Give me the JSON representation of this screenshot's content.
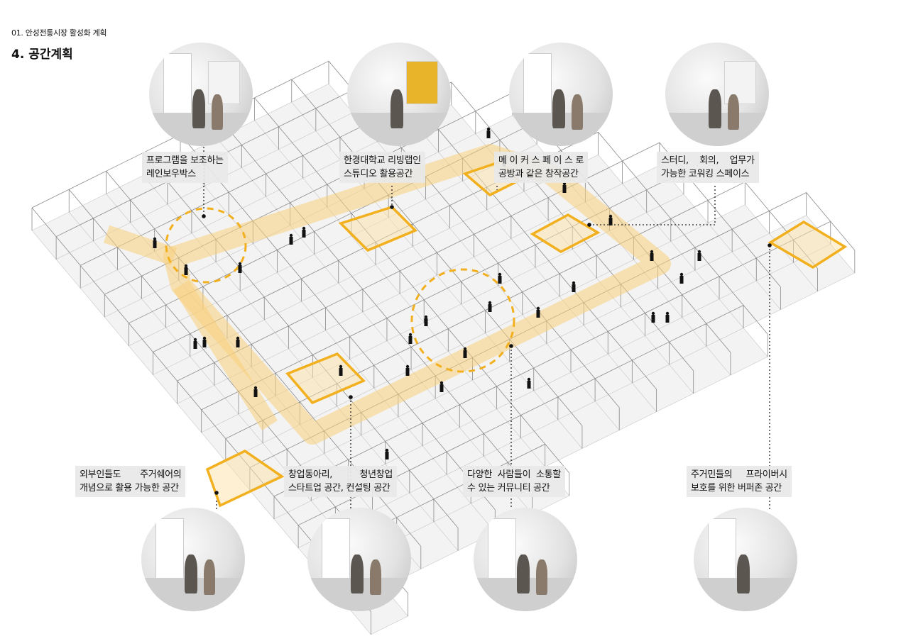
{
  "header": {
    "subtitle": "01. 안성전통시장 활성화 계획",
    "title": "4. 공간계획"
  },
  "colors": {
    "accent": "#f2b01e",
    "corridor": "#f7cf7a",
    "label_bg": "#e8e8e8",
    "line": "#9a9a9a"
  },
  "callouts": {
    "rainbow_box": {
      "line1": "프로그램을 보조하는",
      "line2": "레인보우박스",
      "photo": "photo-rainbow-box"
    },
    "living_lab": {
      "line1": "한경대학교 리빙랩인",
      "line2": "스튜디오 활용공간",
      "photo": "photo-living-lab-studio"
    },
    "maker_space": {
      "line1": "메 이 커 스 페 이 스 로",
      "line2": "공방과 같은 창작공간",
      "photo": "photo-maker-space"
    },
    "coworking": {
      "line1": "스터디,    회의,    업무가",
      "line2": "가능한 코워킹 스페이스",
      "photo": "photo-coworking"
    },
    "share_house": {
      "line1": "외부인들도       주거쉐어의",
      "line2": "개념으로 활용 가능한 공간",
      "photo": "photo-share-house"
    },
    "startup": {
      "line1": "창업동아리,          청년창업",
      "line2": "스타트업 공간, 컨설팅 공간",
      "photo": "photo-startup"
    },
    "community": {
      "line1": "다양한  사람들이  소통할",
      "line2": "수 있는 커뮤니티 공간",
      "photo": "photo-community"
    },
    "buffer": {
      "line1": "주거민들의     프라이버시",
      "line2": "보호를 위한 버퍼존 공간",
      "photo": "photo-buffer-zone"
    }
  }
}
